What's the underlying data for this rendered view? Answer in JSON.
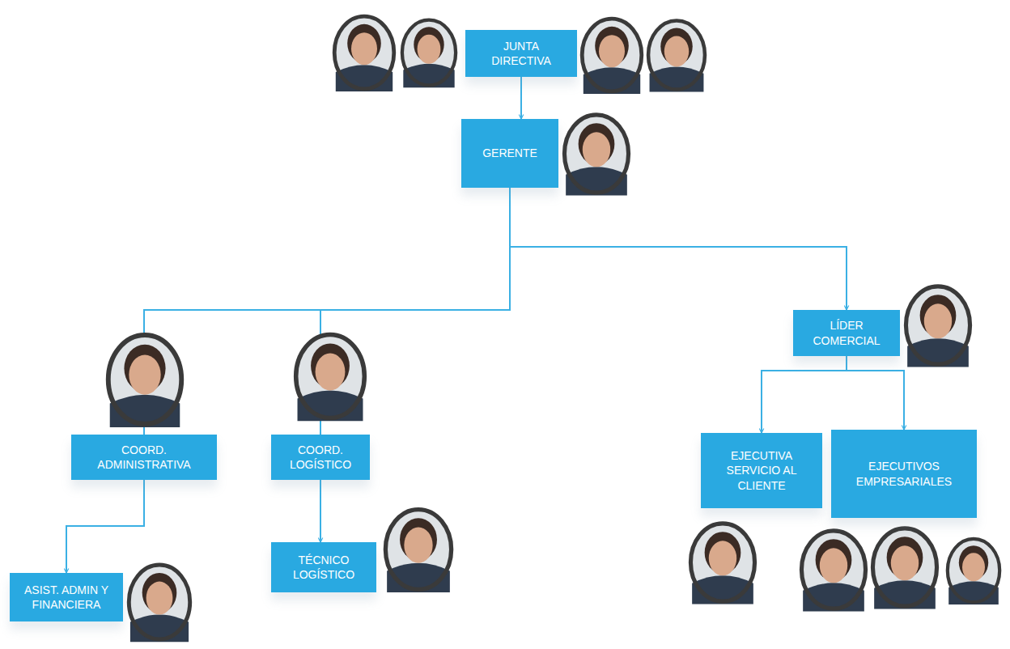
{
  "diagram": {
    "nodes": [
      {
        "text": [
          "JUNTA DIRECTIVA"
        ]
      },
      {
        "text": [
          "GERENTE"
        ]
      },
      {
        "text": [
          "LÍDER COMERCIAL"
        ]
      },
      {
        "text": [
          "COORD. ADMINISTRATIVA"
        ]
      },
      {
        "text": [
          "COORD. LOGÍSTICO"
        ]
      },
      {
        "text": [
          "EJECUTIVA SERVICIO AL CLIENTE"
        ]
      },
      {
        "text": [
          "EJECUTIVOS EMPRESARIALES"
        ]
      },
      {
        "text": [
          "ASIST. ADMIN Y FINANCIERA"
        ]
      },
      {
        "text": [
          "TÉCNICO LOGÍSTICO"
        ]
      }
    ],
    "edges": [
      {
        "from": 0,
        "to": 1,
        "arrow": "to"
      },
      {
        "from": 1,
        "to": 3,
        "arrow": "none"
      },
      {
        "from": 1,
        "to": 4,
        "arrow": "none"
      },
      {
        "from": 1,
        "to": 2,
        "arrow": "to"
      },
      {
        "from": 3,
        "to": 7,
        "arrow": "to"
      },
      {
        "from": 4,
        "to": 8,
        "arrow": "to"
      },
      {
        "from": 2,
        "to": 5,
        "arrow": "to"
      },
      {
        "from": 2,
        "to": 6,
        "arrow": "to"
      }
    ]
  }
}
